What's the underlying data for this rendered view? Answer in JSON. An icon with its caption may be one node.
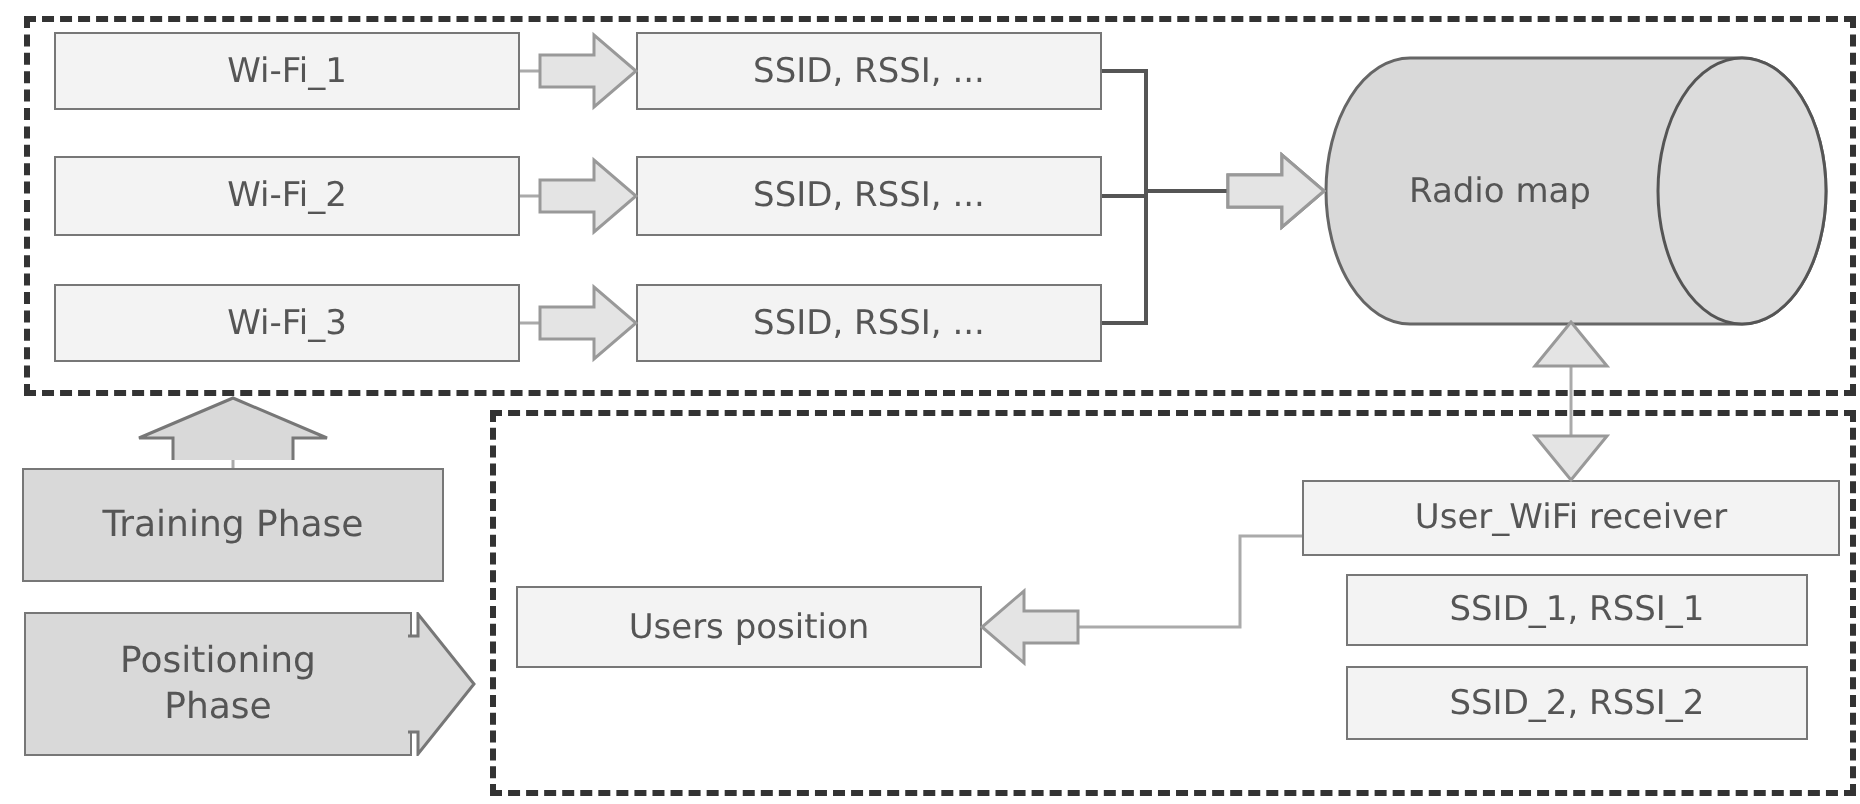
{
  "diagram": {
    "nodes": [
      {
        "text": [],
        "shape": "box"
      },
      {
        "text": [
          "Wi-Fi_1"
        ],
        "in": 0
      },
      {
        "text": [
          "SSID, RSSI, ..."
        ],
        "in": 0
      },
      {
        "text": [
          "Wi-Fi_2"
        ],
        "in": 0
      },
      {
        "text": [
          "SSID, RSSI, ..."
        ],
        "in": 0
      },
      {
        "text": [
          "Wi-Fi_3"
        ],
        "in": 0
      },
      {
        "text": [
          "SSID, RSSI, ..."
        ],
        "in": 0
      },
      {
        "text": [
          "Radio map"
        ],
        "in": 0
      },
      {
        "text": [
          "Training Phase"
        ]
      },
      {
        "text": [
          "Positioning Phase"
        ]
      },
      {
        "text": [],
        "shape": "box"
      },
      {
        "text": [
          "Users position"
        ],
        "in": 10
      },
      {
        "text": [
          "User_WiFi receiver"
        ],
        "in": 10
      },
      {
        "text": [
          "SSID_1, RSSI_1"
        ],
        "in": 10
      },
      {
        "text": [
          "SSID_2, RSSI_2"
        ],
        "in": 10
      }
    ],
    "edges": [
      {
        "from": 1,
        "to": 2,
        "arrow": "to"
      },
      {
        "from": 3,
        "to": 4,
        "arrow": "to"
      },
      {
        "from": 5,
        "to": 6,
        "arrow": "to"
      },
      {
        "from": 2,
        "to": 7,
        "arrow": "to",
        "color": "#555555"
      },
      {
        "from": 4,
        "to": 7,
        "arrow": "to",
        "color": "#555555"
      },
      {
        "from": 6,
        "to": 7,
        "arrow": "to",
        "color": "#555555"
      },
      {
        "from": 7,
        "to": 12,
        "arrow": "both"
      },
      {
        "from": 12,
        "to": 11,
        "arrow": "to"
      },
      {
        "from": 8,
        "to": 0,
        "arrow": "to"
      },
      {
        "from": 9,
        "to": 10,
        "arrow": "to"
      }
    ]
  }
}
